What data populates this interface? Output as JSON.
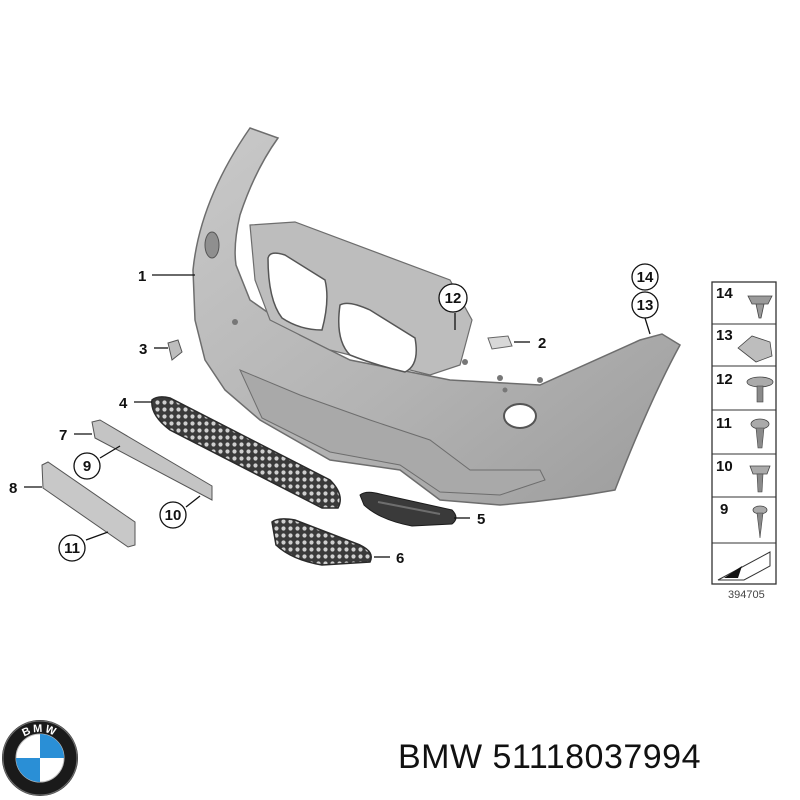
{
  "diagram": {
    "callouts": [
      {
        "id": "1",
        "text": "1"
      },
      {
        "id": "2",
        "text": "2"
      },
      {
        "id": "3",
        "text": "3"
      },
      {
        "id": "4",
        "text": "4"
      },
      {
        "id": "5",
        "text": "5"
      },
      {
        "id": "6",
        "text": "6"
      },
      {
        "id": "7",
        "text": "7"
      },
      {
        "id": "8",
        "text": "8"
      },
      {
        "id": "9",
        "text": "9"
      },
      {
        "id": "10",
        "text": "10"
      },
      {
        "id": "11",
        "text": "11"
      },
      {
        "id": "12",
        "text": "12"
      },
      {
        "id": "13",
        "text": "13"
      },
      {
        "id": "14",
        "text": "14"
      }
    ],
    "legend": [
      "14",
      "13",
      "12",
      "11",
      "10",
      "9"
    ],
    "image_number": "394705"
  },
  "brand": {
    "logo_letters": "BMW",
    "name": "BMW",
    "part_number": "51118037994",
    "colors": {
      "blue": "#2a8fd6",
      "ring": "#1a1a1a",
      "white": "#ffffff"
    }
  }
}
